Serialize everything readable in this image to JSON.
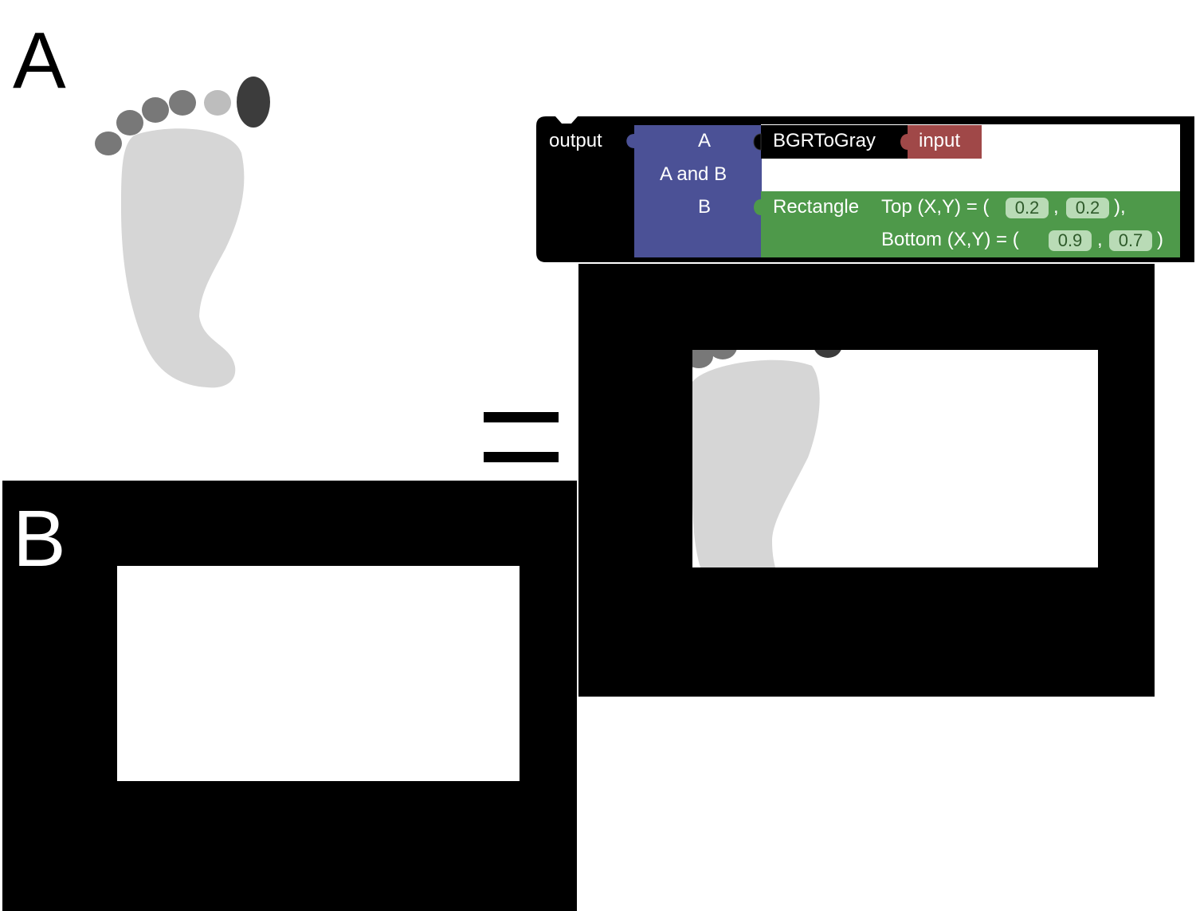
{
  "panels": {
    "a_label": "A",
    "b_label": "B"
  },
  "operator": {
    "name": "equals-sign"
  },
  "program": {
    "output_label": "output",
    "and_block": {
      "input_a_label": "A",
      "title": "A and B",
      "input_b_label": "B"
    },
    "bgr_block": {
      "label": "BGRToGray"
    },
    "input_block": {
      "label": "input"
    },
    "rectangle_block": {
      "label": "Rectangle",
      "top_label": "Top (X,Y) = (",
      "top_x": "0.2",
      "top_y": "0.2",
      "top_close": "),",
      "bottom_label": "Bottom (X,Y) = (",
      "bottom_x": "0.9",
      "bottom_y": "0.7",
      "bottom_close": ")",
      "comma": ","
    }
  },
  "colors": {
    "output_block": "#000000",
    "and_block": "#4b5196",
    "rectangle_block": "#4e994a",
    "input_block": "#a04848",
    "foot_sole": "#d6d6d6",
    "toe_dark": "#3c3c3c",
    "toe_mid": "#787878",
    "toe_light": "#bdbdbd"
  }
}
